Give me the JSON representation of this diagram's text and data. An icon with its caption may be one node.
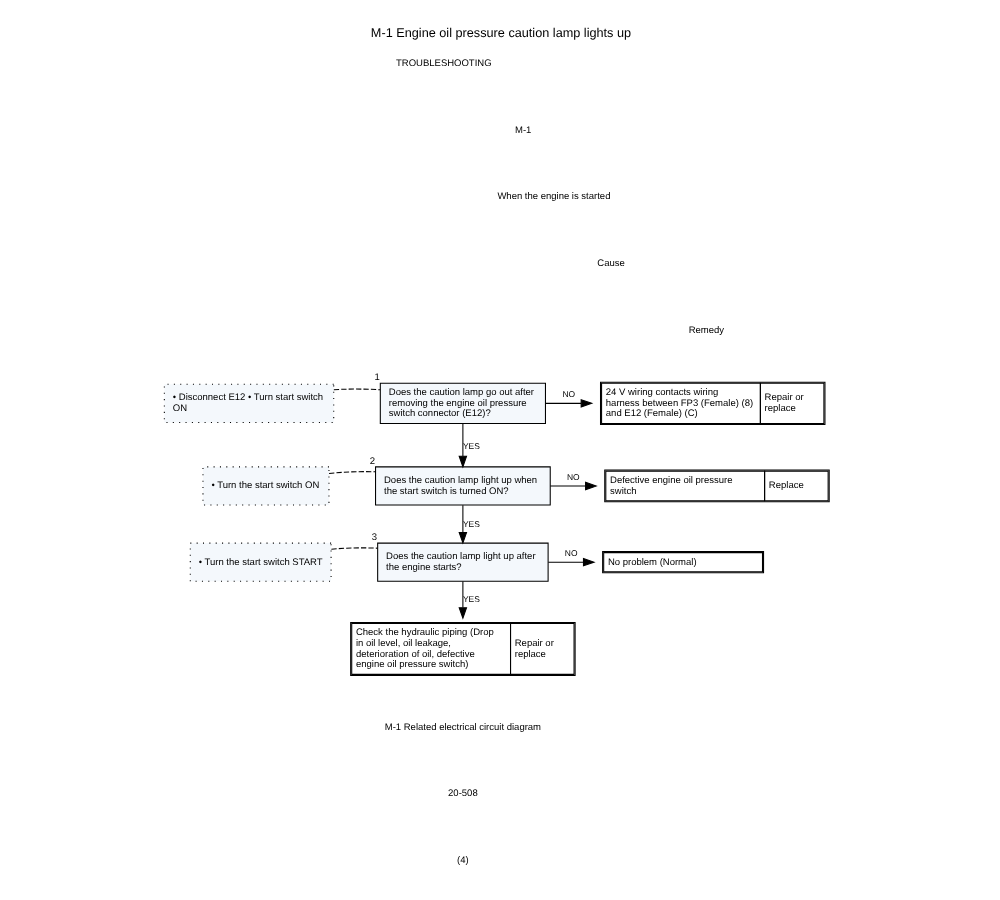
{
  "diagram": {
    "title": "M-1 Engine oil pressure caution lamp lights up",
    "nodes": [
      {
        "text": [
          "• Disconnect E12 • Turn start switch ON"
        ]
      },
      {
        "text": [
          "Does the caution lamp go out after removing the engine oil pressure switch connector (E12)?"
        ],
        "beside": [
          "1"
        ]
      },
      {
        "text": [
          "• Turn the start switch ON"
        ]
      },
      {
        "text": [
          "Does the caution lamp light up when the start switch is turned ON?"
        ],
        "beside": [
          "2"
        ]
      },
      {
        "text": [
          "• Turn the start switch START"
        ]
      },
      {
        "text": [
          "Does the caution lamp light up after the engine starts?"
        ],
        "beside": [
          "3"
        ]
      },
      {
        "text": [
          "24 V wiring contacts wiring harness between FP3 (Female) (8) and E12 (Female) (C)",
          "Repair or replace"
        ]
      },
      {
        "text": [
          "Defective engine oil pressure switch",
          "Replace"
        ]
      },
      {
        "text": [
          "No problem (Normal)"
        ]
      },
      {
        "text": [
          "Check the hydraulic piping (Drop in oil level, oil leakage, deterioration of oil, defective engine oil pressure switch)",
          "Repair or replace"
        ]
      }
    ],
    "edges": [
      {
        "from": 0,
        "to": 1,
        "arrow": "none",
        "style": "dashed"
      },
      {
        "from": 1,
        "to": 6,
        "arrow": "to",
        "label": "NO"
      },
      {
        "from": 1,
        "to": 3,
        "arrow": "to",
        "label": "YES"
      },
      {
        "from": 2,
        "to": 3,
        "arrow": "none",
        "style": "dashed"
      },
      {
        "from": 3,
        "to": 7,
        "arrow": "to",
        "label": "NO"
      },
      {
        "from": 3,
        "to": 5,
        "arrow": "to",
        "label": "YES"
      },
      {
        "from": 4,
        "to": 5,
        "arrow": "none",
        "style": "dashed"
      },
      {
        "from": 5,
        "to": 8,
        "arrow": "to",
        "label": "NO"
      },
      {
        "from": 5,
        "to": 9,
        "arrow": "to",
        "label": "YES"
      }
    ],
    "labels": [
      "TROUBLESHOOTING",
      "M-1",
      "When the engine is started",
      "Cause",
      "Remedy",
      "M-1 Related electrical circuit diagram",
      "20-508",
      "(4)"
    ]
  }
}
